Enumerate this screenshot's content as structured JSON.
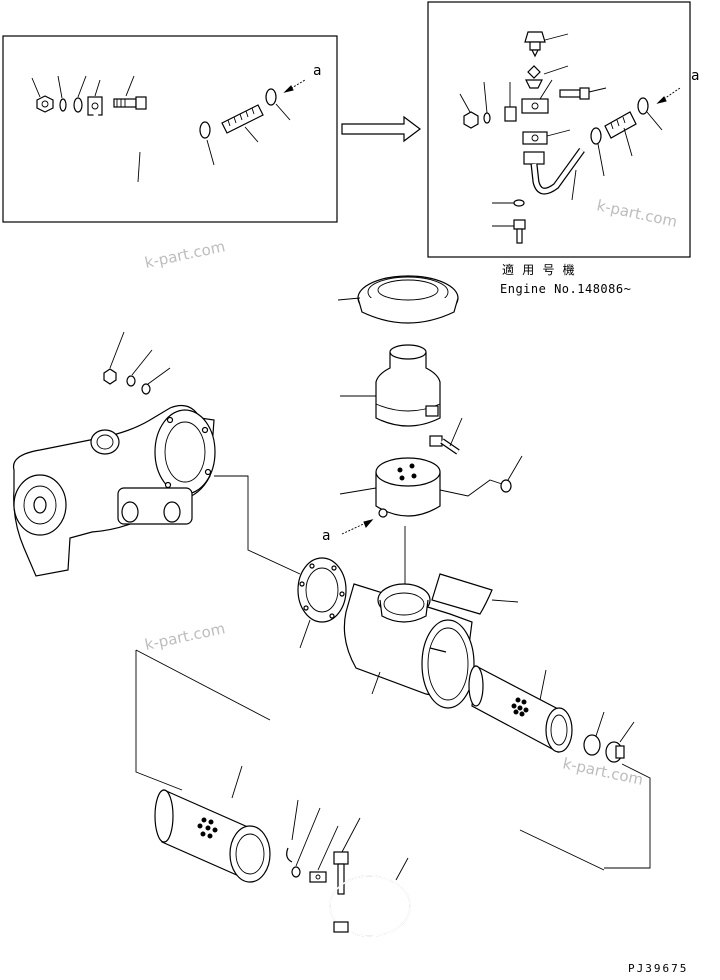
{
  "diagram": {
    "detail_left": {
      "callout_letter": "a"
    },
    "detail_right": {
      "callout_letter": "a"
    },
    "main": {
      "callout_letter": "a"
    },
    "applicability": {
      "heading": "適 用 号 機",
      "engine_line": "Engine No.148086~"
    },
    "watermarks": [
      "k-part.com",
      "k-part.com",
      "k-part.com",
      "k-part.com"
    ],
    "drawing_code": "PJ39675"
  }
}
